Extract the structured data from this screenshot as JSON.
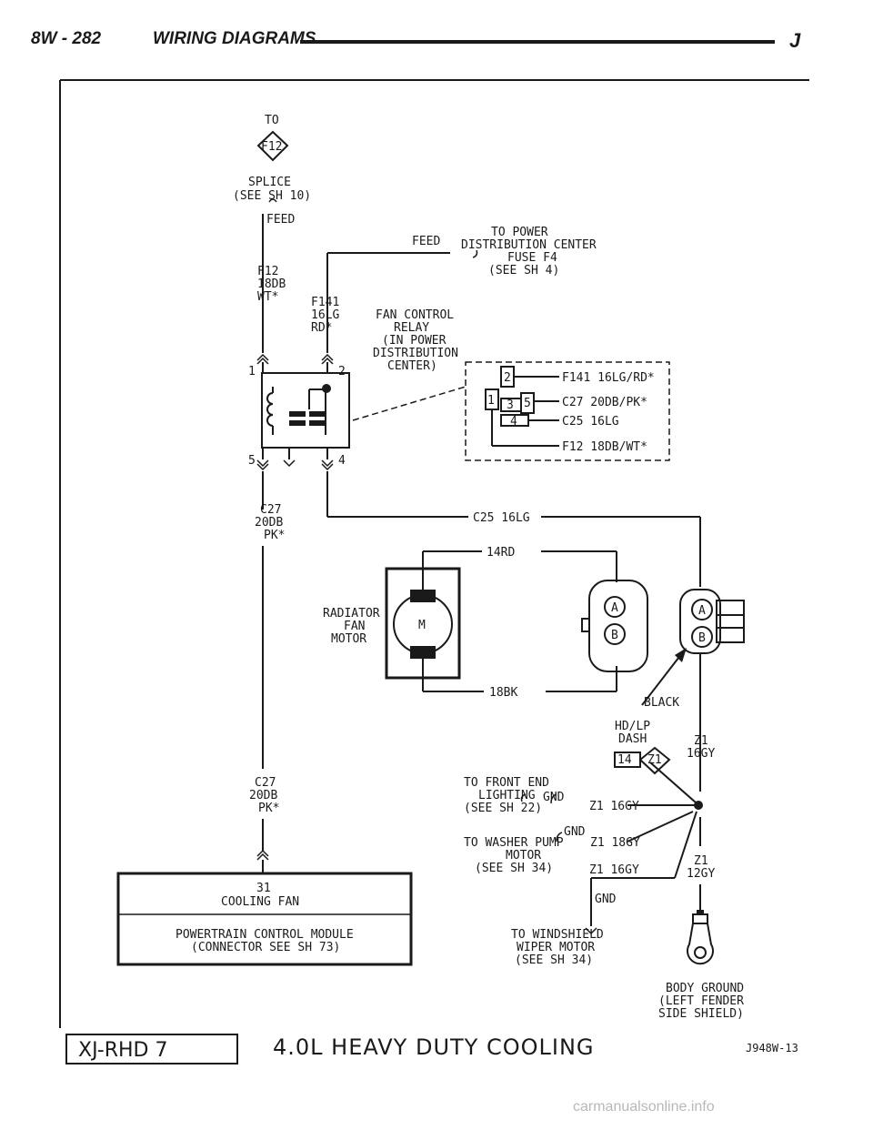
{
  "header": {
    "page": "8W - 282",
    "title": "WIRING DIAGRAMS",
    "corner": "J"
  },
  "top_connector": {
    "to": "TO",
    "id": "F12",
    "splice_1": "SPLICE",
    "splice_2": "(SEE SH 10)",
    "feed": "FEED"
  },
  "wires": {
    "f12_1": "F12",
    "f12_2": "18DB",
    "f12_3": "WT*",
    "f141_1": "F141",
    "f141_2": "16LG",
    "f141_3": "RD*",
    "c27_top_1": "C27",
    "c27_top_2": "20DB",
    "c27_top_3": "PK*",
    "c25": "C25 16LG",
    "rd14": "14RD",
    "bk18": "18BK",
    "c27_low_1": "C27",
    "c27_low_2": "20DB",
    "c27_low_3": "PK*"
  },
  "power_dist": {
    "feed": "FEED",
    "l1": "TO POWER",
    "l2": "DISTRIBUTION CENTER",
    "l3": "FUSE F4",
    "l4": "(SEE SH 4)"
  },
  "relay": {
    "l1": "FAN CONTROL",
    "l2": "RELAY",
    "l3": "(IN POWER",
    "l4": "DISTRIBUTION",
    "l5": "CENTER)",
    "pin_1": "1",
    "pin_2": "2",
    "pin_5": "5",
    "pin_4": "4"
  },
  "relay_pinout": [
    {
      "pin": "2",
      "wire": "F141 16LG/RD*"
    },
    {
      "pin": "5",
      "wire": "C27 20DB/PK*"
    },
    {
      "pin": "4",
      "wire": "C25 16LG"
    },
    {
      "pin": "1",
      "wire": "F12 18DB/WT*"
    },
    {
      "pin": "3",
      "wire": ""
    }
  ],
  "motor": {
    "l1": "RADIATOR",
    "l2": "FAN",
    "l3": "MOTOR",
    "symbol": "M"
  },
  "connectors": {
    "a": "A",
    "b": "B",
    "black": "BLACK"
  },
  "ground": {
    "hdlp_1": "HD/LP",
    "hdlp_2": "DASH",
    "hdlp_num": "14",
    "hdlp_id": "Z1",
    "z1_top_1": "Z1",
    "z1_top_2": "16GY",
    "front_1": "TO FRONT END",
    "front_2": "LIGHTING",
    "front_3": "(SEE SH 22)",
    "gnd": "GND",
    "front_wire": "Z1 16GY",
    "washer_1": "TO WASHER PUMP",
    "washer_2": "MOTOR",
    "washer_3": "(SEE SH 34)",
    "washer_wire": "Z1 18GY",
    "wiper_wire": "Z1 16GY",
    "wiper_gnd": "GND",
    "wiper_1": "TO WINDSHIELD",
    "wiper_2": "WIPER MOTOR",
    "wiper_3": "(SEE SH 34)",
    "z1_low_1": "Z1",
    "z1_low_2": "12GY",
    "body_1": "BODY GROUND",
    "body_2": "(LEFT FENDER",
    "body_3": "SIDE SHIELD)"
  },
  "pcm": {
    "pin": "31",
    "pin_label": "COOLING FAN",
    "l1": "POWERTRAIN CONTROL MODULE",
    "l2": "(CONNECTOR SEE SH 73)"
  },
  "footer": {
    "code": "XJ-RHD 7",
    "title": "4.0L HEAVY DUTY COOLING",
    "ref": "J948W-13"
  },
  "watermark": "carmanualsonline.info"
}
